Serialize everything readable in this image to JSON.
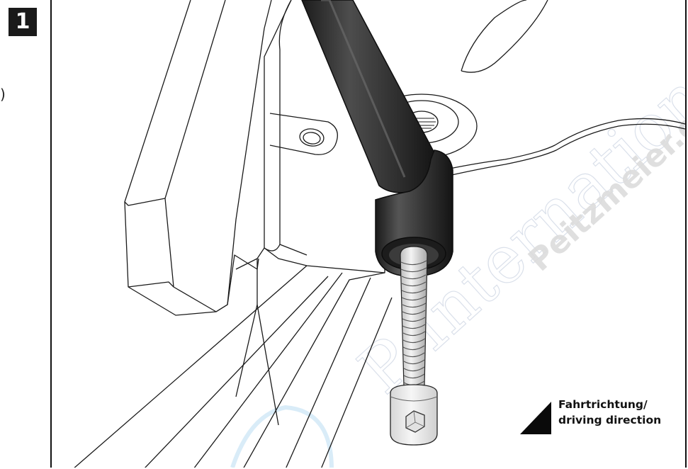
{
  "step": {
    "number": "1"
  },
  "side_mark": {
    "text": ")"
  },
  "direction": {
    "line1": "Fahrtrichtung/",
    "line2": "driving direction"
  },
  "watermark": {
    "main": "P International",
    "sub": "Peitzmeier.com"
  },
  "colors": {
    "outline": "#1a1a1a",
    "bar_dark": "#2b2b2b",
    "bar_light": "#4a4a4a",
    "bolt": "#e6e6e6",
    "watermark": "#cfd8e6",
    "watermark_sub": "#d9d9d9"
  }
}
